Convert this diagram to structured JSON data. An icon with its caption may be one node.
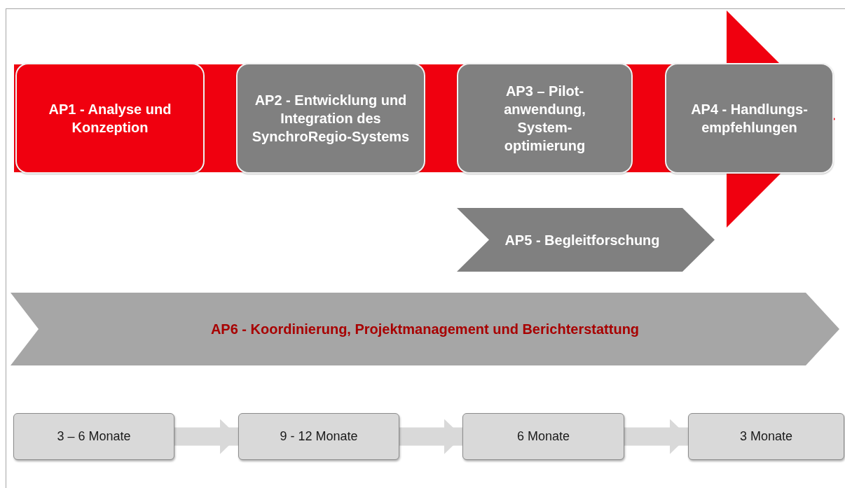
{
  "diagram": {
    "nodes": [
      {
        "text": [
          "AP1 - Analyse und Konzeption"
        ]
      },
      {
        "text": [
          "AP2 - Entwicklung und Integration des SynchroRegio-Systems"
        ]
      },
      {
        "text": [
          "AP3 – Pilot-anwendung, System-optimierung"
        ]
      },
      {
        "text": [
          "AP4 - Handlungs-empfehlungen"
        ]
      },
      {
        "text": [
          "AP5 - Begleitforschung"
        ]
      },
      {
        "text": [
          "AP6 - Koordinierung, Projektmanagement und Berichterstattung"
        ]
      },
      {
        "text": [
          "3 – 6 Monate"
        ]
      },
      {
        "text": [
          "9 - 12 Monate"
        ]
      },
      {
        "text": [
          "6 Monate"
        ]
      },
      {
        "text": [
          "3 Monate"
        ]
      }
    ],
    "edges": [
      {
        "from": 6,
        "to": 7,
        "arrow": "to"
      },
      {
        "from": 7,
        "to": 8,
        "arrow": "to"
      },
      {
        "from": 8,
        "to": 9,
        "arrow": "to"
      }
    ]
  }
}
